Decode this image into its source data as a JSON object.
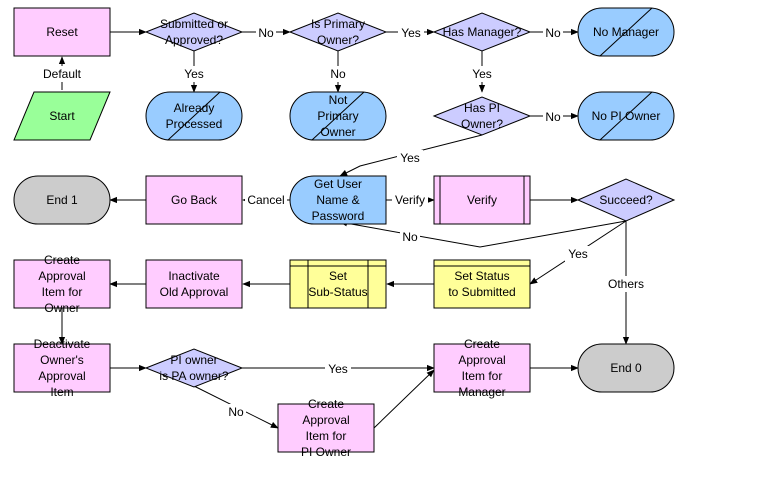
{
  "colors": {
    "activity": "#ffccff",
    "start": "#99ff99",
    "decision": "#ccccff",
    "terminal_blue": "#99ccff",
    "terminal_grey": "#cccccc",
    "notification": "#ffff99",
    "edge": "#000000"
  },
  "nodes": {
    "reset": {
      "label": [
        "Reset"
      ]
    },
    "start": {
      "label": [
        "Start"
      ]
    },
    "submitted": {
      "label": [
        "Submitted or",
        "Approved?"
      ]
    },
    "primary": {
      "label": [
        "Is Primary",
        "Owner?"
      ]
    },
    "has_manager": {
      "label": [
        "Has Manager?"
      ]
    },
    "no_manager": {
      "label": [
        "No Manager"
      ]
    },
    "already": {
      "label": [
        "Already",
        "Processed"
      ]
    },
    "not_primary": {
      "label": [
        "Not",
        "Primary",
        "Owner"
      ]
    },
    "has_pi": {
      "label": [
        "Has PI",
        "Owner?"
      ]
    },
    "no_pi": {
      "label": [
        "No PI Owner"
      ]
    },
    "end1": {
      "label": [
        "End 1"
      ]
    },
    "go_back": {
      "label": [
        "Go Back"
      ]
    },
    "get_user": {
      "label": [
        "Get User",
        "Name &",
        "Password"
      ]
    },
    "verify": {
      "label": [
        "Verify"
      ]
    },
    "succeed": {
      "label": [
        "Succeed?"
      ]
    },
    "create_owner": {
      "label": [
        "Create",
        "Approval",
        "Item for",
        "Owner"
      ]
    },
    "inactivate": {
      "label": [
        "Inactivate",
        "Old Approval"
      ]
    },
    "set_sub": {
      "label": [
        "Set",
        "Sub-Status"
      ]
    },
    "set_status": {
      "label": [
        "Set Status",
        "to Submitted"
      ]
    },
    "deactivate": {
      "label": [
        "Deactivate",
        "Owner's",
        "Approval",
        "Item"
      ]
    },
    "pi_is_pa": {
      "label": [
        "PI owner",
        "is PA owner?"
      ]
    },
    "create_manager": {
      "label": [
        "Create",
        "Approval",
        "Item for",
        "Manager"
      ]
    },
    "end0": {
      "label": [
        "End 0"
      ]
    },
    "create_pi": {
      "label": [
        "Create",
        "Approval",
        "Item for",
        "PI Owner"
      ]
    }
  },
  "edges": {
    "default": "Default",
    "submitted_no": "No",
    "submitted_yes": "Yes",
    "primary_yes": "Yes",
    "primary_no": "No",
    "manager_no": "No",
    "manager_yes": "Yes",
    "pi_no": "No",
    "pi_yes": "Yes",
    "cancel": "Cancel",
    "verify": "Verify",
    "succeed_no": "No",
    "succeed_yes": "Yes",
    "others": "Others",
    "pa_yes": "Yes",
    "pa_no": "No"
  }
}
